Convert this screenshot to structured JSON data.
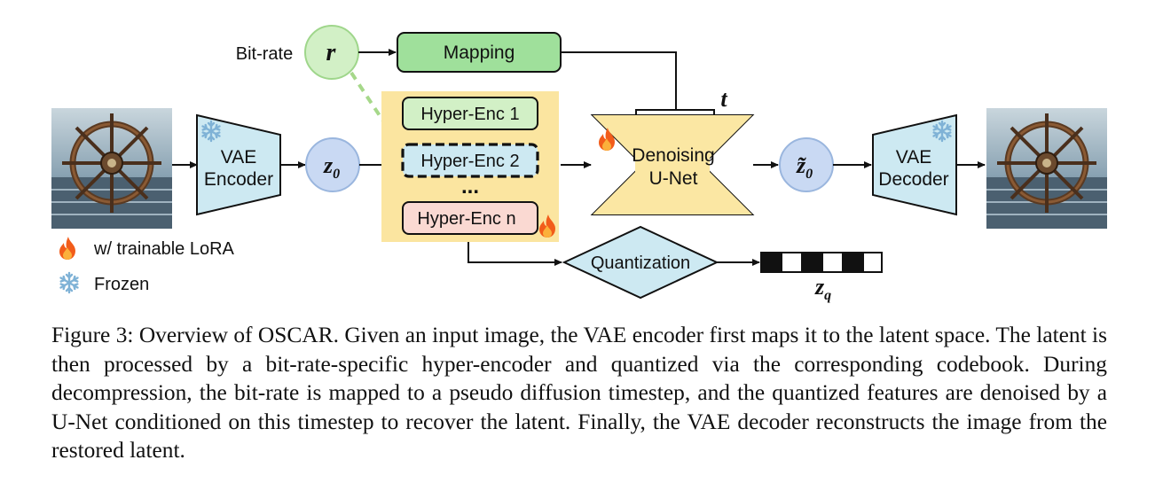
{
  "inputs": {
    "bitrate_label": "Bit-rate",
    "r_symbol": "r",
    "t_symbol": "t"
  },
  "blocks": {
    "mapping": "Mapping",
    "vae_encoder_line1": "VAE",
    "vae_encoder_line2": "Encoder",
    "z0_base": "z",
    "z0_sub": "0",
    "hyper_enc_1": "Hyper-Enc 1",
    "hyper_enc_2": "Hyper-Enc 2",
    "hyper_ellipsis": "...",
    "hyper_enc_n": "Hyper-Enc n",
    "unet_line1": "Denoising",
    "unet_line2": "U-Net",
    "z0_tilde_base": "z̃",
    "z0_tilde_sub": "0",
    "vae_decoder_line1": "VAE",
    "vae_decoder_line2": "Decoder",
    "quantization": "Quantization",
    "zq_base": "z",
    "zq_sub": "q"
  },
  "legend": {
    "trainable": "w/ trainable LoRA",
    "frozen": "Frozen"
  },
  "icons": {
    "trainable": "fire-icon",
    "frozen": "snowflake-icon"
  },
  "colors": {
    "green_fill": "#d2f0c6",
    "mapping_fill": "#9fe09b",
    "blue_fill": "#cde9f2",
    "circle_blue": "#c9d9f3",
    "yellow_panel": "#fbe5a0",
    "unet_fill": "#fbe7a3",
    "pink_fill": "#fad9d2",
    "dashed_green": "#a6d88a"
  },
  "caption": "Figure 3: Overview of OSCAR. Given an input image, the VAE encoder first maps it to the latent space. The latent is then processed by a bit-rate-specific hyper-encoder and quantized via the corresponding codebook. During decompression, the bit-rate is mapped to a pseudo diffusion timestep, and the quantized features are denoised by a U-Net conditioned on this timestep to recover the latent. Finally, the VAE decoder reconstructs the image from the restored latent."
}
